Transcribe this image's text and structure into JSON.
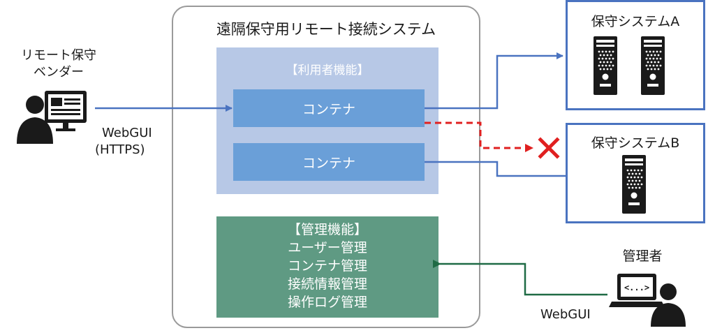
{
  "system": {
    "title": "遠隔保守用リモート接続システム"
  },
  "user_function": {
    "label": "【利用者機能】",
    "containers": [
      "コンテナ",
      "コンテナ"
    ]
  },
  "admin_function": {
    "label": "【管理機能】",
    "items": [
      "ユーザー管理",
      "コンテナ管理",
      "接続情報管理",
      "操作ログ管理"
    ]
  },
  "vendor": {
    "line1": "リモート保守",
    "line2": "ベンダー",
    "protocol_line1": "WebGUI",
    "protocol_line2": "(HTTPS)"
  },
  "targets": {
    "system_a": "保守システムA",
    "system_b": "保守システムB"
  },
  "admin": {
    "label": "管理者",
    "protocol": "WebGUI",
    "screen_text": "<...>"
  },
  "colors": {
    "blue_line": "#4a73c0",
    "red_dashed": "#e02020",
    "green_line": "#1f6b45",
    "user_area": "#b7c8e6",
    "container": "#6a9fd8",
    "admin_area": "#5f9a83"
  }
}
